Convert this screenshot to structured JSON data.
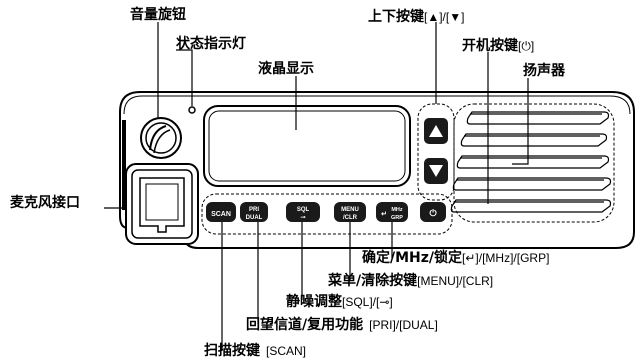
{
  "labels": {
    "volume_knob": "音量旋钮",
    "status_led": "状态指示灯",
    "lcd_display": "液晶显示",
    "updown_cn": "上下按键",
    "updown_en": "[▲]/[▼]",
    "power_cn": "开机按键",
    "power_en": "[⏻]",
    "speaker": "扬声器",
    "mic_jack": "麦克风接口",
    "enter_cn": "确定/MHz/锁定",
    "enter_en": "[↵]/[MHz]/[GRP]",
    "menu_cn": "菜单/清除按键",
    "menu_en": "[MENU]/[CLR]",
    "squelch_cn": "静噪调整",
    "squelch_en": "[SQL]/[⊸]",
    "priority_cn": "回望信道/复用功能",
    "priority_en": "[PRI]/[DUAL]",
    "scan_cn": "扫描按键",
    "scan_en": "[SCAN]"
  },
  "keys": {
    "scan": "SCAN",
    "pri_top": "PRI",
    "pri_bottom": "DUAL",
    "sql_top": "SQL",
    "sql_bottom": "⊸",
    "menu_top": "MENU",
    "menu_bottom": "/CLR",
    "mhz_left": "↵",
    "mhz_top": "MHz",
    "mhz_bottom": "GRP",
    "power": "⏻",
    "up": "▲",
    "down": "▼"
  }
}
